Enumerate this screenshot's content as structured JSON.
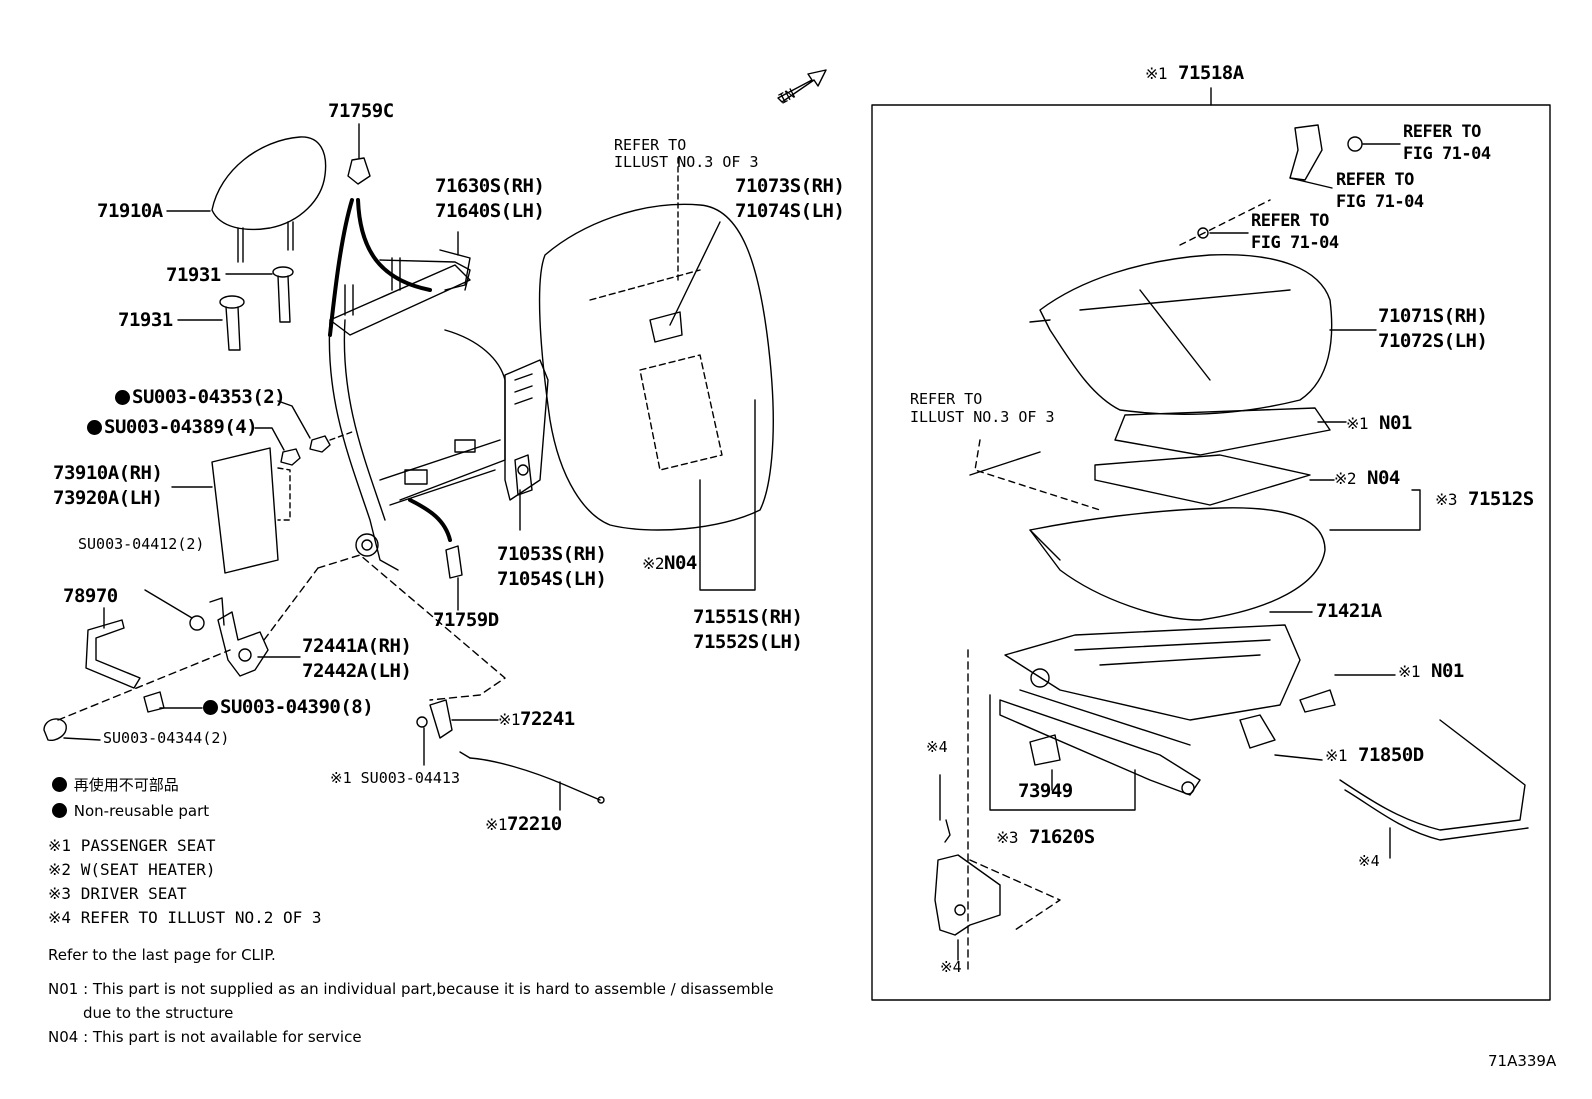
{
  "labels": {
    "p71759C": "71759C",
    "p71910A": "71910A",
    "p71931a": "71931",
    "p71931b": "71931",
    "p71630S": "71630S(RH)",
    "p71640S": "71640S(LH)",
    "p71073S": "71073S(RH)",
    "p71074S": "71074S(LH)",
    "su04353": "SU003-04353(2)",
    "su04389": "SU003-04389(4)",
    "p73910A": "73910A(RH)",
    "p73920A": "73920A(LH)",
    "su04412": "SU003-04412(2)",
    "p78970": "78970",
    "p72441A": "72441A(RH)",
    "p72442A": "72442A(LH)",
    "su04390": "SU003-04390(8)",
    "su04344": "SU003-04344(2)",
    "p71759D": "71759D",
    "p71053S": "71053S(RH)",
    "p71054S": "71054S(LH)",
    "n04mid": "N04",
    "p71551S": "71551S(RH)",
    "p71552S": "71552S(LH)",
    "p72241": "72241",
    "su04413": "SU003-04413",
    "p72210": "72210",
    "p71518A": "71518A",
    "p71071S": "71071S(RH)",
    "p71072S": "71072S(LH)",
    "n01a": "N01",
    "n04r": "N04",
    "p71512S": "71512S",
    "p71421A": "71421A",
    "n01b": "N01",
    "p71850D": "71850D",
    "p73949": "73949",
    "p71620S": "71620S"
  },
  "marks": {
    "m1": "※1",
    "m2": "※2",
    "m3": "※3",
    "m4": "※4"
  },
  "refs": {
    "refer_illust3_a1": "REFER TO",
    "refer_illust3_a2": "ILLUST NO.3 OF 3",
    "refer_illust3_b1": "REFER TO",
    "refer_illust3_b2": "ILLUST NO.3 OF 3",
    "refer_fig_a1": "REFER TO",
    "refer_fig_a2": "FIG 71-04",
    "refer_fig_b1": "REFER TO",
    "refer_fig_b2": "FIG 71-04",
    "refer_fig_c1": "REFER TO",
    "refer_fig_c2": "FIG 71-04"
  },
  "legend": {
    "nonreusable_jp": "再使用不可部品",
    "nonreusable_en": "Non-reusable part",
    "note1": "PASSENGER SEAT",
    "note2": "W(SEAT HEATER)",
    "note3": "DRIVER SEAT",
    "note4": "REFER TO ILLUST NO.2 OF 3",
    "clip": "Refer to the last page for CLIP.",
    "n01_code": "N01",
    "n01_text": ": This part is not supplied as an individual part,because it is hard to assemble / disassemble",
    "n01_text2": "due to the structure",
    "n04_code": "N04",
    "n04_text": ": This part is not available for service"
  },
  "in_arrow": "IN",
  "figure_id": "71A339A"
}
